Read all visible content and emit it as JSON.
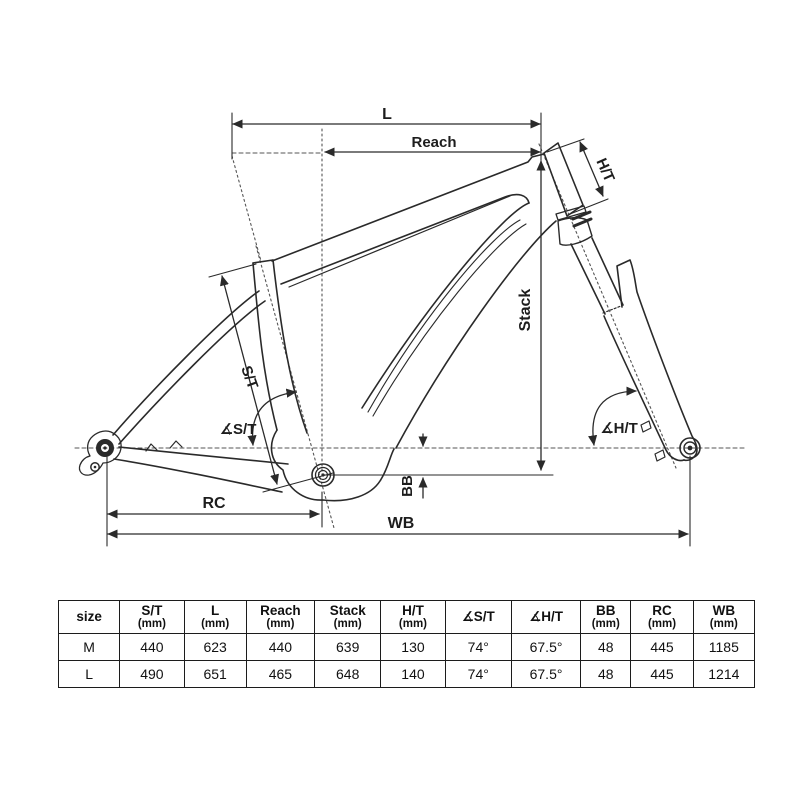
{
  "diagram": {
    "labels": {
      "l": "L",
      "reach": "Reach",
      "ht": "H/T",
      "stack": "Stack",
      "st": "S/T",
      "ang_st": "∡S/T",
      "ang_ht": "∡H/T",
      "bb": "BB",
      "rc": "RC",
      "wb": "WB"
    },
    "line_color": "#2a2a2a"
  },
  "table": {
    "headers": [
      {
        "label": "size",
        "unit": ""
      },
      {
        "label": "S/T",
        "unit": "(mm)"
      },
      {
        "label": "L",
        "unit": "(mm)"
      },
      {
        "label": "Reach",
        "unit": "(mm)"
      },
      {
        "label": "Stack",
        "unit": "(mm)"
      },
      {
        "label": "H/T",
        "unit": "(mm)"
      },
      {
        "label": "∡S/T",
        "unit": ""
      },
      {
        "label": "∡H/T",
        "unit": ""
      },
      {
        "label": "BB",
        "unit": "(mm)"
      },
      {
        "label": "RC",
        "unit": "(mm)"
      },
      {
        "label": "WB",
        "unit": "(mm)"
      }
    ],
    "rows": [
      {
        "size": "M",
        "values": [
          "440",
          "623",
          "440",
          "639",
          "130",
          "74°",
          "67.5°",
          "48",
          "445",
          "1185"
        ]
      },
      {
        "size": "L",
        "values": [
          "490",
          "651",
          "465",
          "648",
          "140",
          "74°",
          "67.5°",
          "48",
          "445",
          "1214"
        ]
      }
    ]
  }
}
